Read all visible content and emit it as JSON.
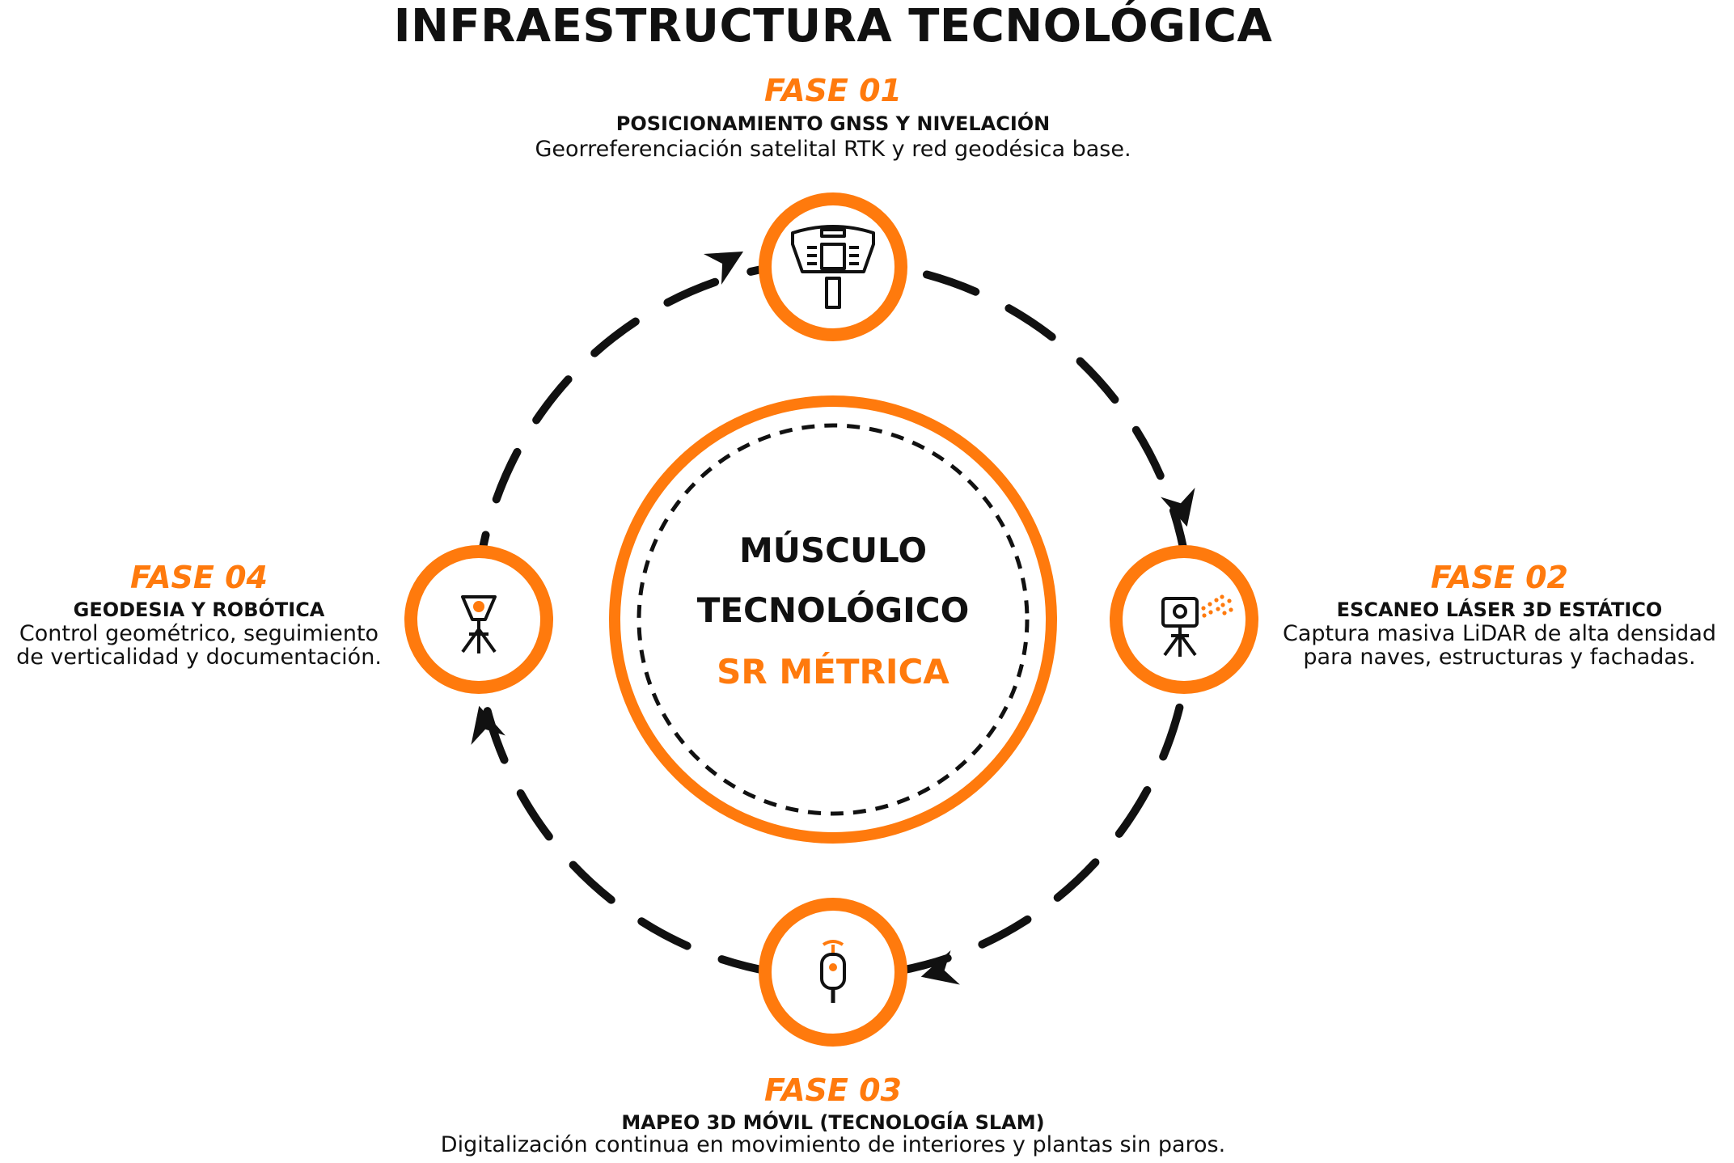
{
  "title": "INFRAESTRUCTURA TECNOLÓGICA",
  "colors": {
    "accent": "#FF7A0D",
    "ink": "#111111",
    "background": "#FFFFFF"
  },
  "center": {
    "line1": "MÚSCULO",
    "line2": "TECNOLÓGICO",
    "brand": "SR MÉTRICA"
  },
  "phases": [
    {
      "label": "FASE 01",
      "title": "POSICIONAMIENTO GNSS Y NIVELACIÓN",
      "description": [
        "Georreferenciación satelital RTK y red geodésica base."
      ],
      "icon": "gnss-receiver-icon"
    },
    {
      "label": "FASE 02",
      "title": "ESCANEO LÁSER 3D ESTÁTICO",
      "description": [
        "Captura masiva LiDAR de alta densidad",
        "para naves, estructuras y fachadas."
      ],
      "icon": "laser-scanner-icon"
    },
    {
      "label": "FASE 03",
      "title": "MAPEO 3D MÓVIL (TECNOLOGÍA SLAM)",
      "description": [
        "Digitalización continua en movimiento de interiores y plantas sin paros."
      ],
      "icon": "handheld-slam-scanner-icon"
    },
    {
      "label": "FASE 04",
      "title": "GEODESIA Y ROBÓTICA",
      "description": [
        "Control geométrico, seguimiento",
        "de verticalidad y documentación."
      ],
      "icon": "robotic-total-station-icon"
    }
  ]
}
